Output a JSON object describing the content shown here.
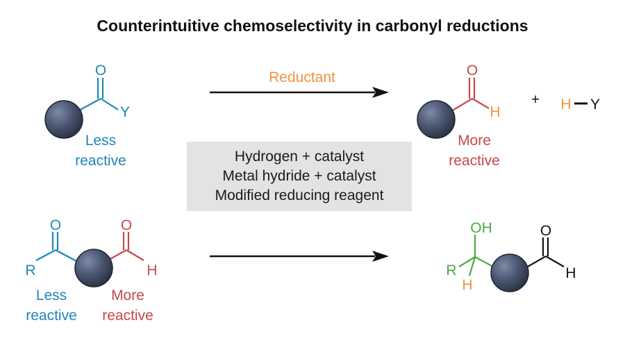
{
  "title": "Counterintuitive chemoselectivity in carbonyl reductions",
  "reagent_label": "Reductant",
  "plus_sign": "+",
  "conditions": [
    "Hydrogen + catalyst",
    "Metal hydride + catalyst",
    "Modified reducing reagent"
  ],
  "top_reaction": {
    "reactant": {
      "atom_o": "O",
      "atom_y": "Y",
      "label_line1": "Less",
      "label_line2": "reactive"
    },
    "product": {
      "atom_o": "O",
      "atom_h": "H",
      "label_line1": "More",
      "label_line2": "reactive"
    },
    "byproduct": {
      "atom_h": "H",
      "atom_y": "Y"
    }
  },
  "bottom_reaction": {
    "reactant": {
      "atom_r": "R",
      "atom_o_left": "O",
      "atom_o_right": "O",
      "atom_h": "H",
      "left_label_line1": "Less",
      "left_label_line2": "reactive",
      "right_label_line1": "More",
      "right_label_line2": "reactive"
    },
    "product": {
      "atom_oh": "OH",
      "atom_r": "R",
      "atom_h_green": "H",
      "atom_o": "O",
      "atom_h": "H"
    }
  },
  "colors": {
    "blue": "#1f86b8",
    "red": "#c8474b",
    "orange": "#f0923a",
    "green": "#4aab3e",
    "black": "#111111",
    "sphere": "#4a5670",
    "condition_box": "#e3e3e3"
  }
}
